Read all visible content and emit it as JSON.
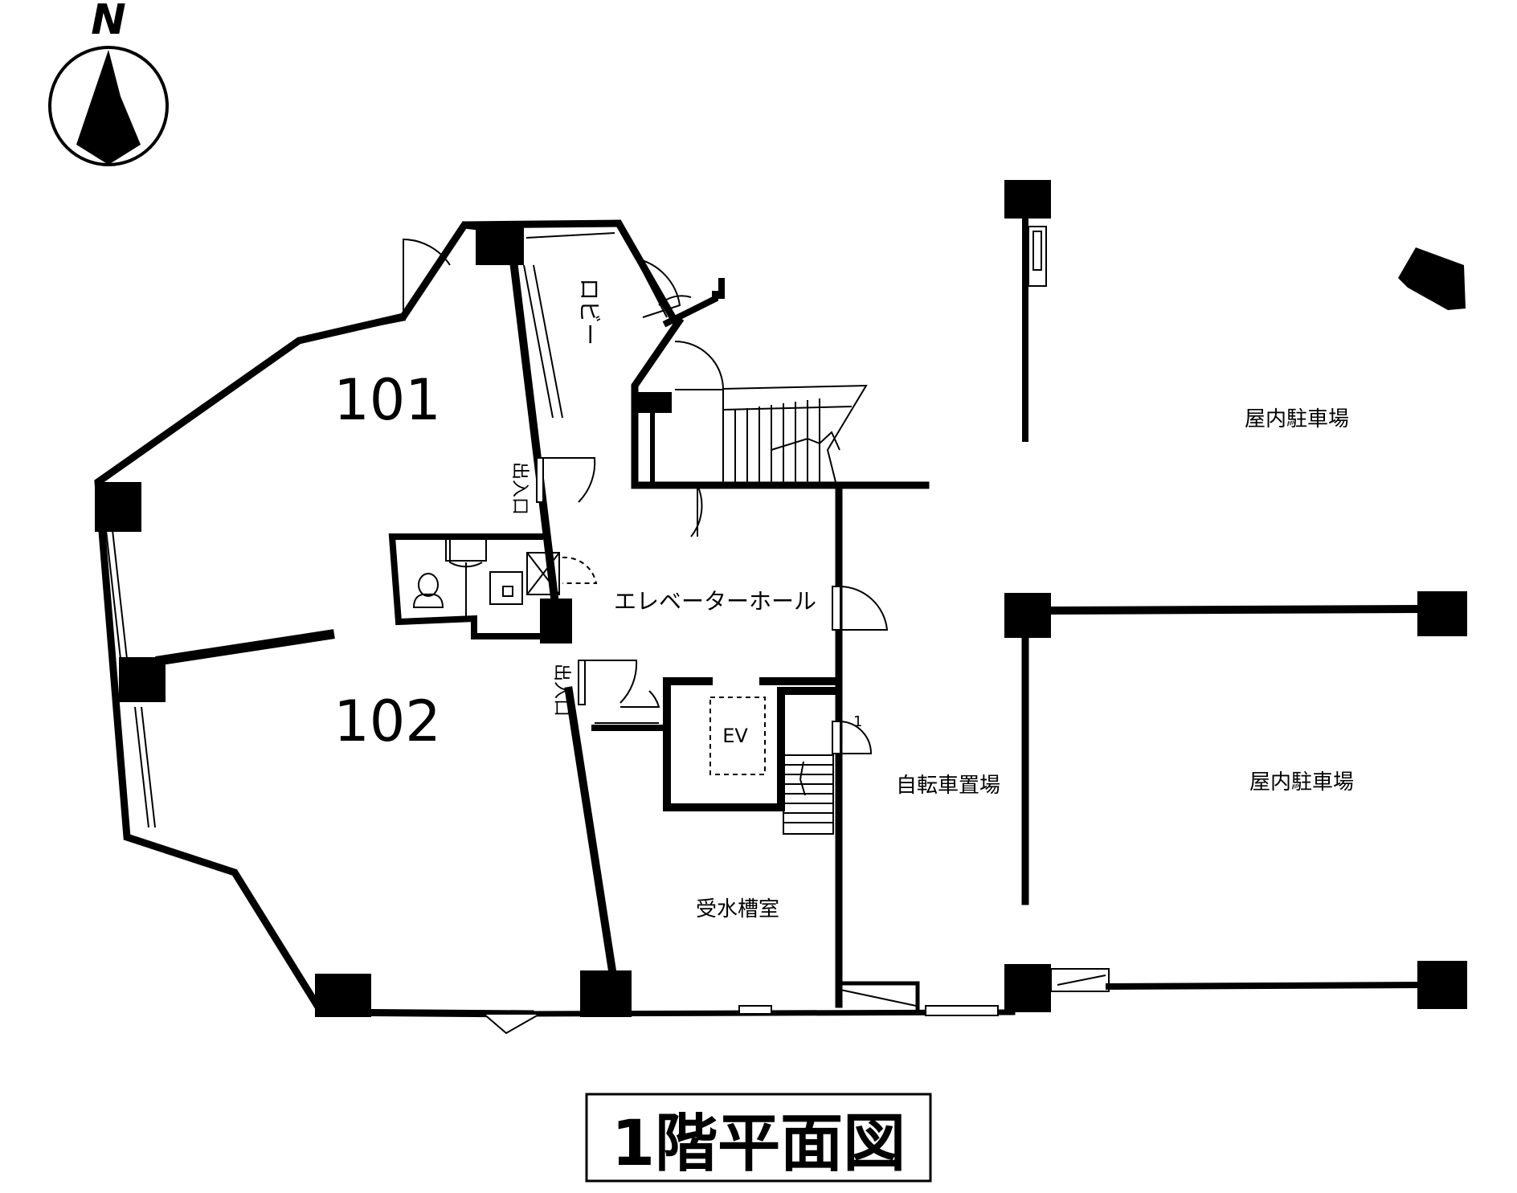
{
  "compass": {
    "label": "N",
    "icon": "north-arrow-icon"
  },
  "rooms": {
    "unit_101": "101",
    "unit_102": "102",
    "lobby": "ロビー",
    "elevator_hall": "エレベーターホール",
    "ev": "EV",
    "water_tank_room": "受水槽室",
    "bicycle_parking": "自転車置場",
    "indoor_parking_upper": "屋内駐車場",
    "indoor_parking_lower": "屋内駐車場",
    "entrance_101": "出入口",
    "entrance_102": "出入口"
  },
  "title": "1階平面図",
  "colors": {
    "ink": "#000000",
    "paper": "#ffffff"
  }
}
